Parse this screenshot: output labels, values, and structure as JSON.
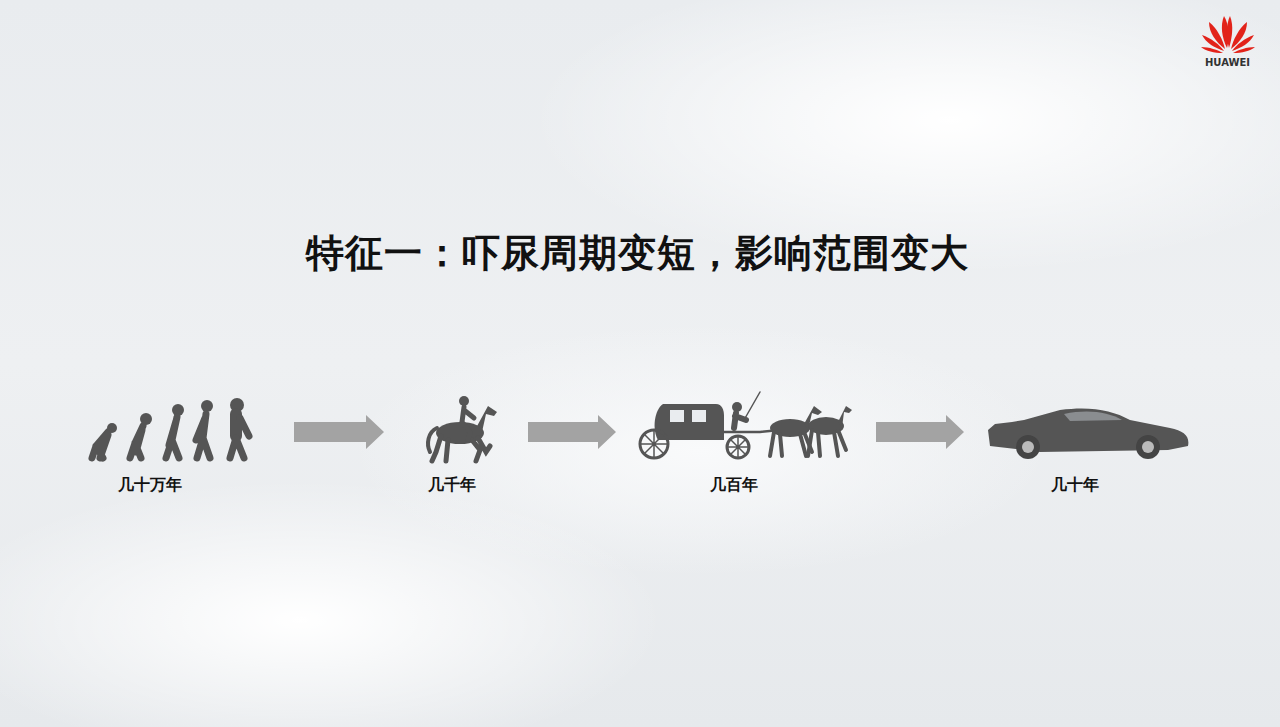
{
  "diagram": {
    "title": "特征一：吓尿周期变短，影响范围变大",
    "nodes": [
      {
        "text": [
          "几十万年"
        ]
      },
      {
        "text": [
          "几千年"
        ]
      },
      {
        "text": [
          "几百年"
        ]
      },
      {
        "text": [
          "几十年"
        ]
      }
    ],
    "edges": [
      {
        "from": 0,
        "to": 1,
        "arrow": "to"
      },
      {
        "from": 1,
        "to": 2,
        "arrow": "to"
      },
      {
        "from": 2,
        "to": 3,
        "arrow": "to"
      }
    ],
    "labels": [
      "HUAWEI"
    ]
  }
}
